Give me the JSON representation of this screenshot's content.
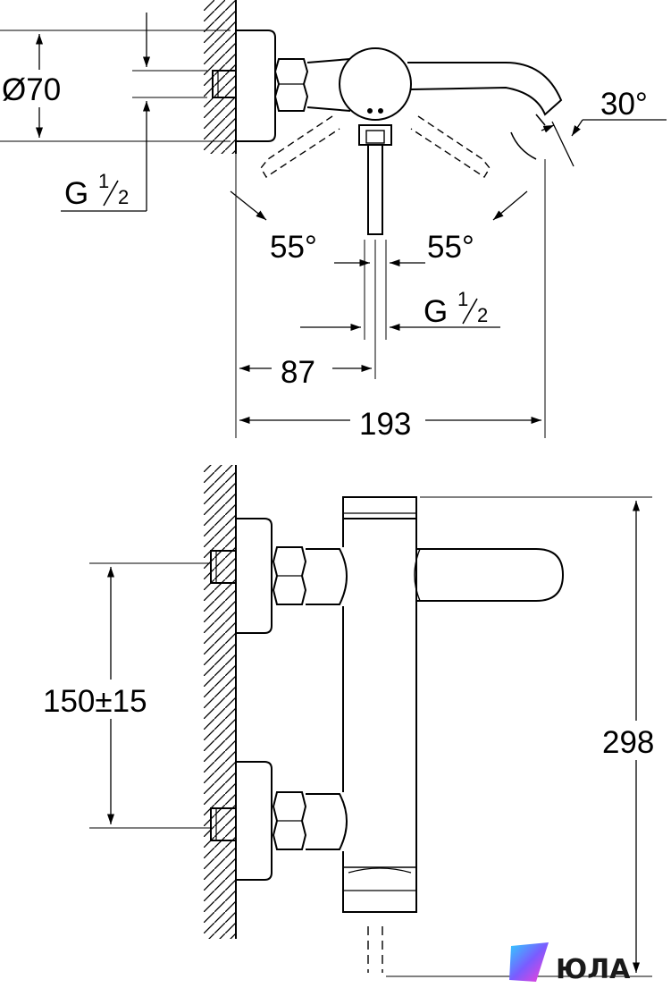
{
  "top_view": {
    "dim_diameter": "Ø70",
    "dim_thread_left": {
      "main": "G",
      "num": "1",
      "den": "2"
    },
    "dim_thread_center": {
      "main": "G",
      "num": "1",
      "den": "2"
    },
    "angle_spout": "30°",
    "angle_left": "55°",
    "angle_right": "55°",
    "dim_87": "87",
    "dim_193": "193"
  },
  "front_view": {
    "dim_center_distance": "150±15",
    "dim_height": "298"
  },
  "logo": {
    "text": "ЮЛА",
    "colors": [
      "#2ed1ff",
      "#7a5cff",
      "#ff3bd4"
    ]
  }
}
